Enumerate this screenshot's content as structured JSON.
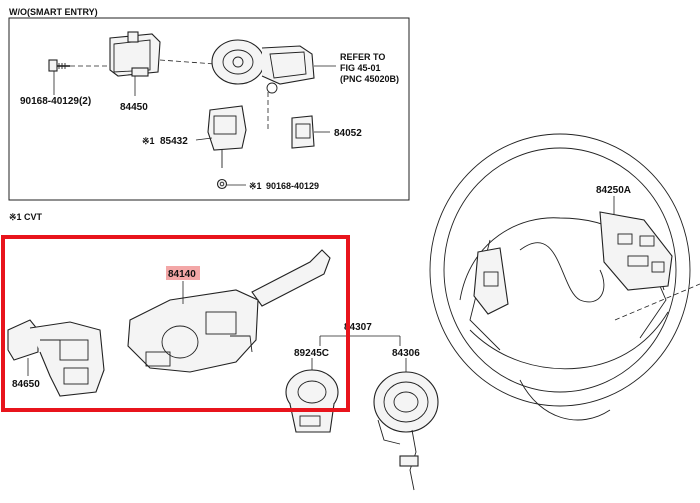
{
  "diagram": {
    "header_note": "W/O(SMART ENTRY)",
    "footnote": "※1 CVT",
    "refer": {
      "line1": "REFER TO",
      "line2": "FIG 45-01",
      "line3": "(PNC 45020B)"
    },
    "parts": {
      "screw_pair": "90168-40129(2)",
      "bracket_84450": "84450",
      "switch_85432": "85432",
      "switch_85432_prefix": "※1",
      "knob_84052": "84052",
      "screw_single": "90168-40129",
      "screw_single_prefix": "※1",
      "wheel_switch": "84250A",
      "combo_switch": "84140",
      "lever_left": "84650",
      "spiral_assy": "84307",
      "sensor_ring": "89245C",
      "spiral_cable": "84306"
    },
    "colors": {
      "highlight_frame": "#e8141c",
      "label_highlight": "#f3a7a7",
      "line": "#222222"
    }
  }
}
